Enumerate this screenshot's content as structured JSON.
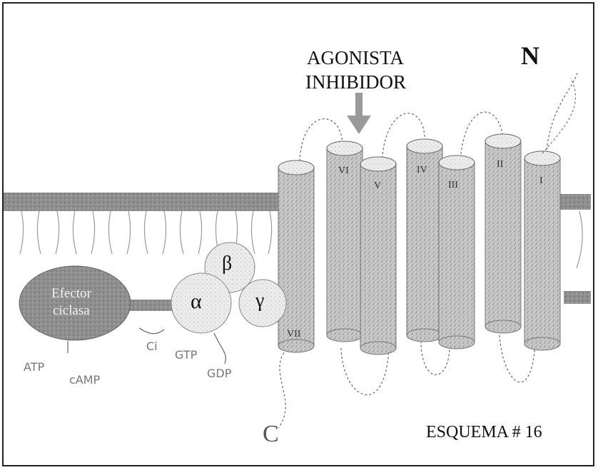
{
  "labels": {
    "agonist_line1": "AGONISTA",
    "agonist_line2": "INHIBIDOR",
    "n_terminal": "N",
    "c_terminal": "C",
    "effector_line1": "Efector",
    "effector_line2": "ciclasa",
    "alpha": "α",
    "beta": "β",
    "gamma": "γ",
    "gtp": "GTP",
    "gdp": "GDP",
    "atp": "ATP",
    "camp": "cAMP",
    "ci": "Ci",
    "caption": "ESQUEMA # 16"
  },
  "helices": [
    "VII",
    "VI",
    "V",
    "IV",
    "III",
    "II",
    "I"
  ],
  "colors": {
    "membrane": "#9a9a9a",
    "helix_fill": "#c8c8c8",
    "effector_fill": "#8a8a8a",
    "subunit_fill": "#e4e4e4",
    "line": "#555555"
  }
}
